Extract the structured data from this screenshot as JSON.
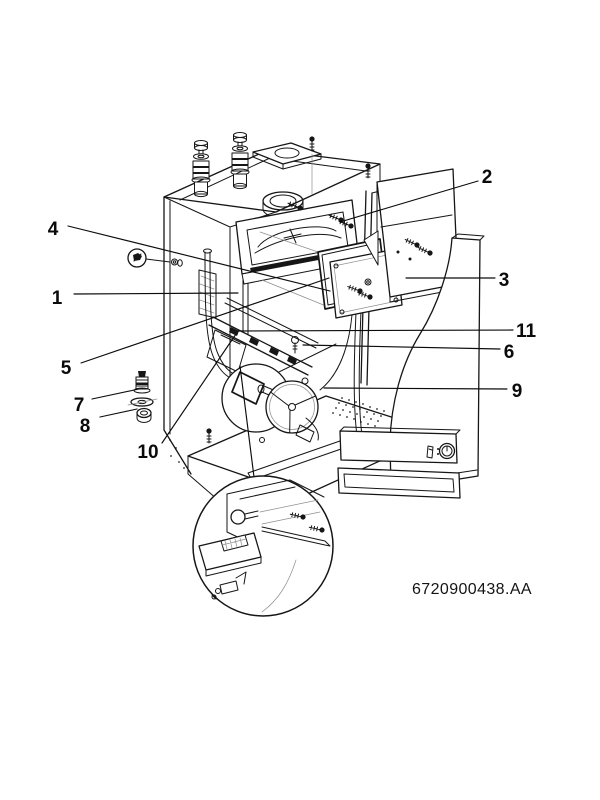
{
  "diagram": {
    "part_number": "6720900438.AA",
    "callouts": [
      {
        "label": "1"
      },
      {
        "label": "2"
      },
      {
        "label": "3"
      },
      {
        "label": "4"
      },
      {
        "label": "5"
      },
      {
        "label": "6"
      },
      {
        "label": "7"
      },
      {
        "label": "8"
      },
      {
        "label": "9"
      },
      {
        "label": "10"
      },
      {
        "label": "11"
      }
    ],
    "colors": {
      "ink": "#161616",
      "background": "#ffffff"
    }
  }
}
